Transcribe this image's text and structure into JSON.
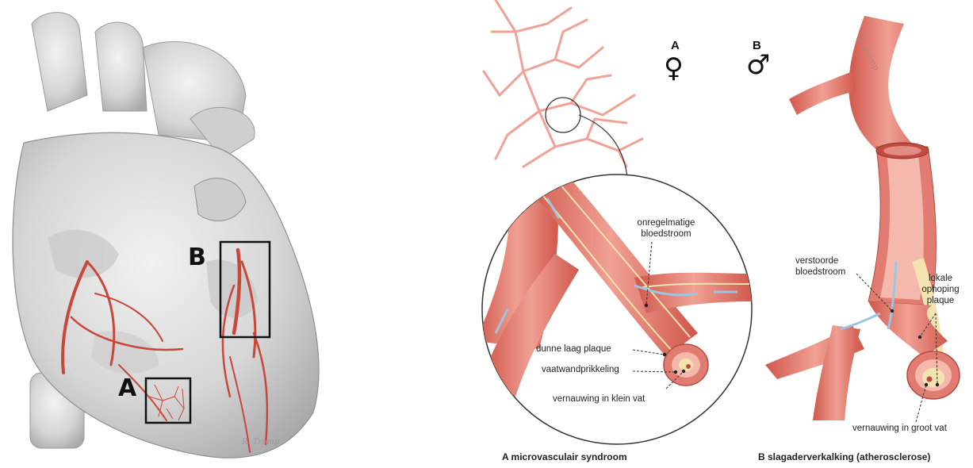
{
  "heart": {
    "label_a": "A",
    "label_b": "B"
  },
  "panel_a": {
    "letter": "A",
    "symbol": "♀",
    "annotations": {
      "irregular_flow": "onregelmatige bloedstroom",
      "thin_plaque": "dunne laag plaque",
      "wall_irritation": "vaatwandprikkeling",
      "small_vessel_narrowing": "vernauwing in klein vat"
    },
    "caption": "A  microvasculair syndroom"
  },
  "panel_b": {
    "letter": "B",
    "symbol": "♂",
    "annotations": {
      "disturbed_flow": "verstoorde bloedstroom",
      "local_plaque": "lokale ophoping plaque",
      "large_vessel_narrowing": "vernauwing in groot vat"
    },
    "caption": "B  slagaderverkalking (atherosclerose)"
  },
  "signature": "R. Tromp",
  "colors": {
    "artery": "#e27c72",
    "artery_dark": "#c24b3f",
    "artery_light": "#f5b8ad",
    "plaque": "#f2e3b0",
    "heart": "#d8d8d8",
    "heart_shadow": "#a9a9a9",
    "flow": "#9cc6e0"
  }
}
